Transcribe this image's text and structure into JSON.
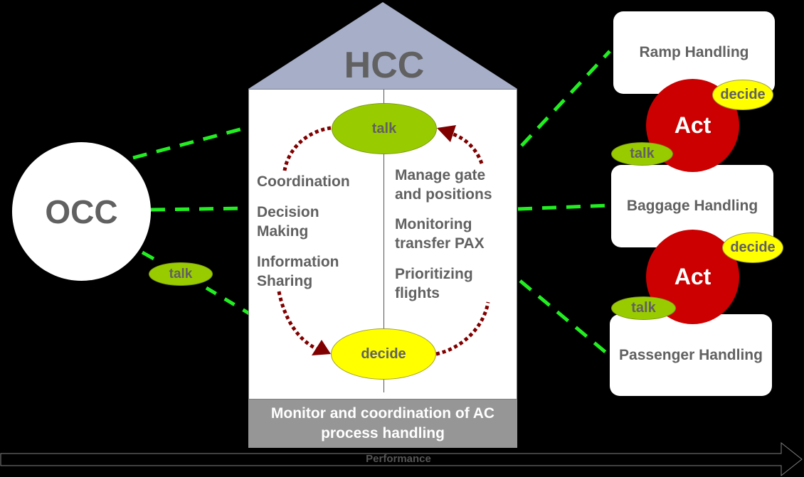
{
  "occ": {
    "label": "OCC",
    "talk_label": "talk"
  },
  "hcc": {
    "title": "HCC",
    "talk_label": "talk",
    "decide_label": "decide",
    "left_items": [
      "Coordination",
      "Decision Making",
      "Information Sharing"
    ],
    "right_items": [
      "Manage gate and positions",
      "Monitoring transfer PAX",
      "Prioritizing flights"
    ],
    "footer": "Monitor and coordination of AC process handling"
  },
  "handlers": [
    {
      "label": "Ramp Handling"
    },
    {
      "label": "Baggage Handling"
    },
    {
      "label": "Passenger Handling"
    }
  ],
  "act_groups": [
    {
      "act_label": "Act",
      "decide_label": "decide",
      "talk_label": "talk"
    },
    {
      "act_label": "Act",
      "decide_label": "decide",
      "talk_label": "talk"
    }
  ],
  "performance_label": "Performance",
  "colors": {
    "link_green": "#22ee22",
    "cycle_arrow": "#800000",
    "talk": "#99cc00",
    "decide": "#ffff00",
    "act": "#cc0000",
    "roof": "#a6aec8",
    "footer": "#969696"
  }
}
